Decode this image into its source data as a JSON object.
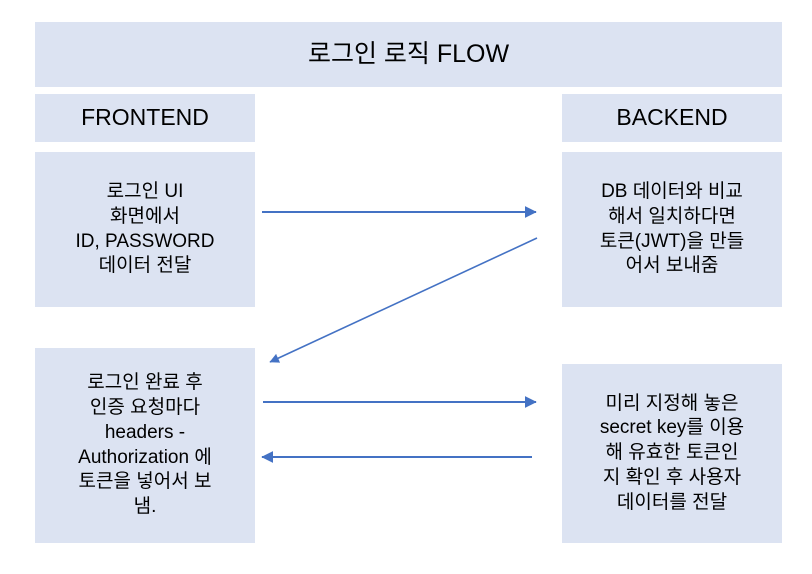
{
  "diagram": {
    "title": "로그인 로직 FLOW",
    "accent_color": "#4472c4",
    "box_fill_color": "#dce3f2",
    "text_color": "#000000",
    "background_color": "#ffffff",
    "columns": [
      {
        "id": "frontend",
        "header": "FRONTEND"
      },
      {
        "id": "backend",
        "header": "BACKEND"
      }
    ],
    "boxes": [
      {
        "id": "frontend-step-1",
        "column": "frontend",
        "text": "로그인 UI\n화면에서\nID, PASSWORD\n데이터 전달"
      },
      {
        "id": "backend-step-1",
        "column": "backend",
        "text": "DB 데이터와 비교\n해서 일치하다면\n토큰(JWT)을 만들\n어서 보내줌"
      },
      {
        "id": "frontend-step-2",
        "column": "frontend",
        "text": "로그인 완료 후\n인증 요청마다\nheaders -\nAuthorization 에\n토큰을 넣어서 보\n냄."
      },
      {
        "id": "backend-step-2",
        "column": "backend",
        "text": "미리 지정해 놓은\nsecret key를 이용\n해 유효한 토큰인\n지 확인 후 사용자\n데이터를 전달"
      }
    ],
    "arrows": [
      {
        "id": "arrow-credentials-to-backend",
        "direction": "right",
        "from": "frontend-step-1",
        "to": "backend-step-1"
      },
      {
        "id": "arrow-token-to-frontend",
        "direction": "diagonal-down-left",
        "from": "backend-step-1",
        "to": "frontend-step-2"
      },
      {
        "id": "arrow-auth-request-to-backend",
        "direction": "right",
        "from": "frontend-step-2",
        "to": "backend-step-2"
      },
      {
        "id": "arrow-user-data-to-frontend",
        "direction": "left",
        "from": "backend-step-2",
        "to": "frontend-step-2"
      }
    ]
  }
}
